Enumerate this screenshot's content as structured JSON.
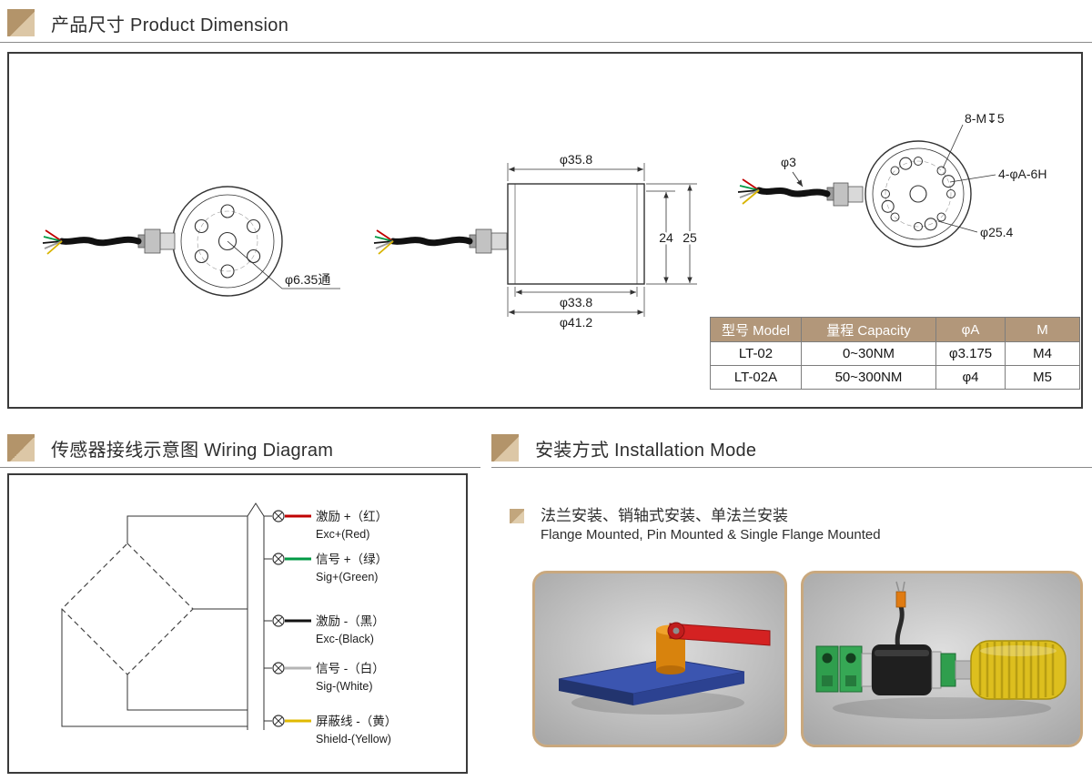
{
  "accent": {
    "tan": "#b2977a",
    "tan_light": "#dcc7a6",
    "line_dark": "#3a3a3a"
  },
  "sections": {
    "dimension": {
      "title": "产品尺寸 Product Dimension"
    },
    "wiring": {
      "title": "传感器接线示意图 Wiring Diagram"
    },
    "installation": {
      "title": "安装方式 Installation Mode"
    }
  },
  "drawings": {
    "left_view": {
      "hole_label": "φ6.35通"
    },
    "side_view": {
      "top_dia": "φ35.8",
      "height_inner": "24",
      "height_outer": "25",
      "bottom_dia_inner": "φ33.8",
      "bottom_dia_outer": "φ41.2"
    },
    "right_view": {
      "tap_label": "8-M↧5",
      "cable_dia": "φ3",
      "hole_label": "4-φA-6H",
      "bolt_circle": "φ25.4"
    }
  },
  "spec_table": {
    "headers": [
      "型号 Model",
      "量程 Capacity",
      "φA",
      "M"
    ],
    "rows": [
      [
        "LT-02",
        "0~30NM",
        "φ3.175",
        "M4"
      ],
      [
        "LT-02A",
        "50~300NM",
        "φ4",
        "M5"
      ]
    ]
  },
  "wiring": {
    "wires": [
      {
        "cn": "激励 +（红）",
        "en": "Exc+(Red)",
        "color": "#c00000"
      },
      {
        "cn": "信号 +（绿）",
        "en": "Sig+(Green)",
        "color": "#009a44"
      },
      {
        "cn": "激励 -（黑）",
        "en": "Exc-(Black)",
        "color": "#111111"
      },
      {
        "cn": "信号 -（白）",
        "en": "Sig-(White)",
        "color": "#b5b5b5"
      },
      {
        "cn": "屏蔽线 -（黄）",
        "en": "Shield-(Yellow)",
        "color": "#e0b900"
      }
    ]
  },
  "installation": {
    "bullet_cn": "法兰安装、销轴式安装、单法兰安装",
    "bullet_en": "Flange Mounted, Pin Mounted & Single Flange Mounted"
  }
}
